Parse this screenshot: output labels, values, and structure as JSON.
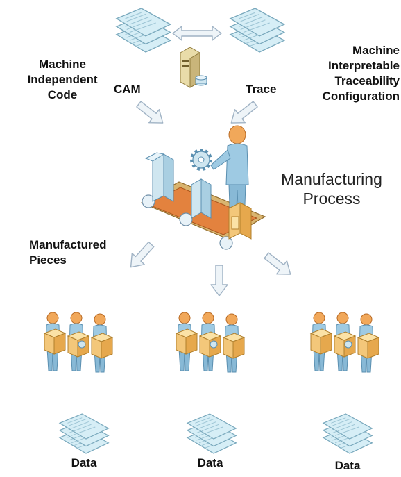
{
  "labels": {
    "machine_independent_code": "Machine\nIndependent\nCode",
    "cam": "CAM",
    "trace": "Trace",
    "machine_interpretable": "Machine\nInterpretable\nTraceability\nConfiguration",
    "manufacturing_process": "Manufacturing\nProcess",
    "manufactured_pieces": "Manufactured\nPieces",
    "data_left": "Data",
    "data_middle": "Data",
    "data_right": "Data"
  },
  "colors": {
    "document_fill": "#cfeaf3",
    "document_stroke": "#7aa9bd",
    "arrow_fill": "#eef4f8",
    "arrow_stroke": "#9fb2c4",
    "person_skin": "#f1a85a",
    "person_body": "#9ecae3",
    "box_fill": "#f3c77a",
    "conveyor_belt": "#e3823e",
    "conveyor_frame": "#d9b46f"
  },
  "icons": {
    "documents": "document-stack-icon",
    "server": "server-icon",
    "worker": "worker-icon",
    "conveyor": "conveyor-belt-icon",
    "gear": "gear-icon",
    "box": "package-icon"
  }
}
